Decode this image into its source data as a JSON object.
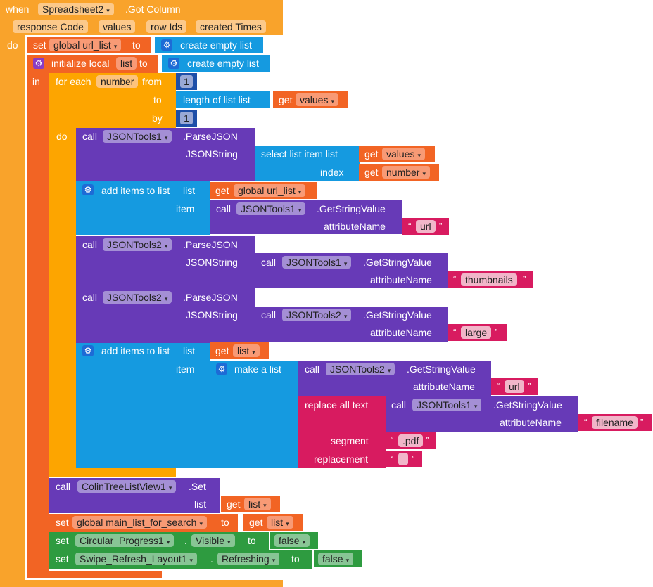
{
  "event": {
    "when": "when",
    "component": "Spreadsheet2",
    "event_name": ".Got Column",
    "params": [
      "response Code",
      "values",
      "row Ids",
      "created Times"
    ],
    "do": "do"
  },
  "set_url_list": {
    "set": "set",
    "var": "global url_list",
    "to": "to",
    "value": "create empty list"
  },
  "init_local": {
    "label": "initialize local",
    "var": "list",
    "to": "to",
    "value": "create empty list",
    "in": "in"
  },
  "for_each": {
    "label": "for each",
    "var": "number",
    "from": "from",
    "from_value": "1",
    "to": "to",
    "to_value_label": "length of list  list",
    "get": "get",
    "get_var": "values",
    "by": "by",
    "by_value": "1",
    "do": "do"
  },
  "parse1": {
    "call": "call",
    "component": "JSONTools1",
    "method": ".ParseJSON",
    "param": "JSONString",
    "select": "select list item  list",
    "get": "get",
    "get_var1": "values",
    "index": "index",
    "get_var2": "number"
  },
  "add1": {
    "label": "add items to list",
    "list_param": "list",
    "get": "get",
    "get_var": "global url_list",
    "item": "item",
    "call": "call",
    "component": "JSONTools1",
    "method": ".GetStringValue",
    "attr": "attributeName",
    "attr_value": "url"
  },
  "parse2": {
    "call": "call",
    "component": "JSONTools2",
    "method": ".ParseJSON",
    "param": "JSONString",
    "inner_call": "call",
    "inner_component": "JSONTools1",
    "inner_method": ".GetStringValue",
    "attr": "attributeName",
    "attr_value": "thumbnails"
  },
  "parse3": {
    "call": "call",
    "component": "JSONTools2",
    "method": ".ParseJSON",
    "param": "JSONString",
    "inner_call": "call",
    "inner_component": "JSONTools2",
    "inner_method": ".GetStringValue",
    "attr": "attributeName",
    "attr_value": "large"
  },
  "add2": {
    "label": "add items to list",
    "list_param": "list",
    "get": "get",
    "get_var": "list",
    "item": "item",
    "make": "make a list",
    "call": "call",
    "component": "JSONTools2",
    "method": ".GetStringValue",
    "attr": "attributeName",
    "attr_value": "url",
    "replace": "replace all text",
    "r_call": "call",
    "r_component": "JSONTools1",
    "r_method": ".GetStringValue",
    "r_attr": "attributeName",
    "r_attr_value": "filename",
    "segment": "segment",
    "segment_value": ".pdf",
    "replacement": "replacement",
    "replacement_value": ""
  },
  "set_list": {
    "call": "call",
    "component": "ColinTreeListView1",
    "method": ".Set",
    "param": "list",
    "get": "get",
    "get_var": "list"
  },
  "set_main": {
    "set": "set",
    "var": "global main_list_for_search",
    "to": "to",
    "get": "get",
    "get_var": "list"
  },
  "set_visible": {
    "set": "set",
    "component": "Circular_Progress1",
    "prop": "Visible",
    "to": "to",
    "value": "false"
  },
  "set_refreshing": {
    "set": "set",
    "component": "Swipe_Refresh_Layout1",
    "prop": "Refreshing",
    "to": "to",
    "value": "false"
  },
  "quote_open": "“",
  "quote_close": "”",
  "icons": {
    "gear": "gear-icon",
    "dropdown": "dropdown-arrow-icon"
  },
  "colors": {
    "event": "#f9a32b",
    "procedure": "#f26424",
    "loop": "#fda500",
    "component": "#673ab7",
    "list": "#159ae0",
    "text": "#d81b60",
    "math": "#1e4fa8",
    "setter": "#2e9b40"
  }
}
